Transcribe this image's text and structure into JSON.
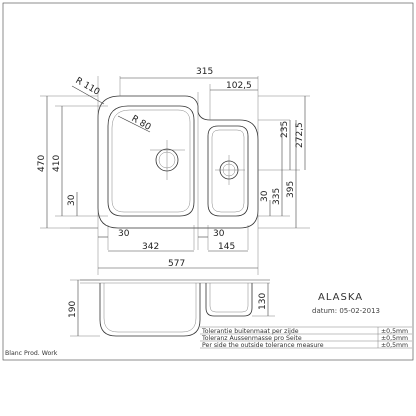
{
  "drawing": {
    "title": "ALASKA",
    "date": "datum: 05-02-2013",
    "footer_left": "Blanc Prod. Work",
    "dimensions": {
      "r_outer": "R 110",
      "r_inner": "R 80",
      "d315": "315",
      "d102": "102,5",
      "d235": "235",
      "d272": "272,5",
      "d470": "470",
      "d410": "410",
      "d30_left": "30",
      "d30_small": "30",
      "d335": "335",
      "d395": "395",
      "d30_bottom_left": "30",
      "d30_bottom_mid": "30",
      "d342": "342",
      "d145": "145",
      "d577": "577",
      "d190": "190",
      "d130": "130"
    },
    "tolerances": [
      {
        "label": "Tolerantie buitenmaat per zijde",
        "value": "±0,5mm"
      },
      {
        "label": "Toleranz Aussenmasse pro Seite",
        "value": "±0,5mm"
      },
      {
        "label": "Per side the outside tolerance measure",
        "value": "±0,5mm"
      }
    ]
  }
}
